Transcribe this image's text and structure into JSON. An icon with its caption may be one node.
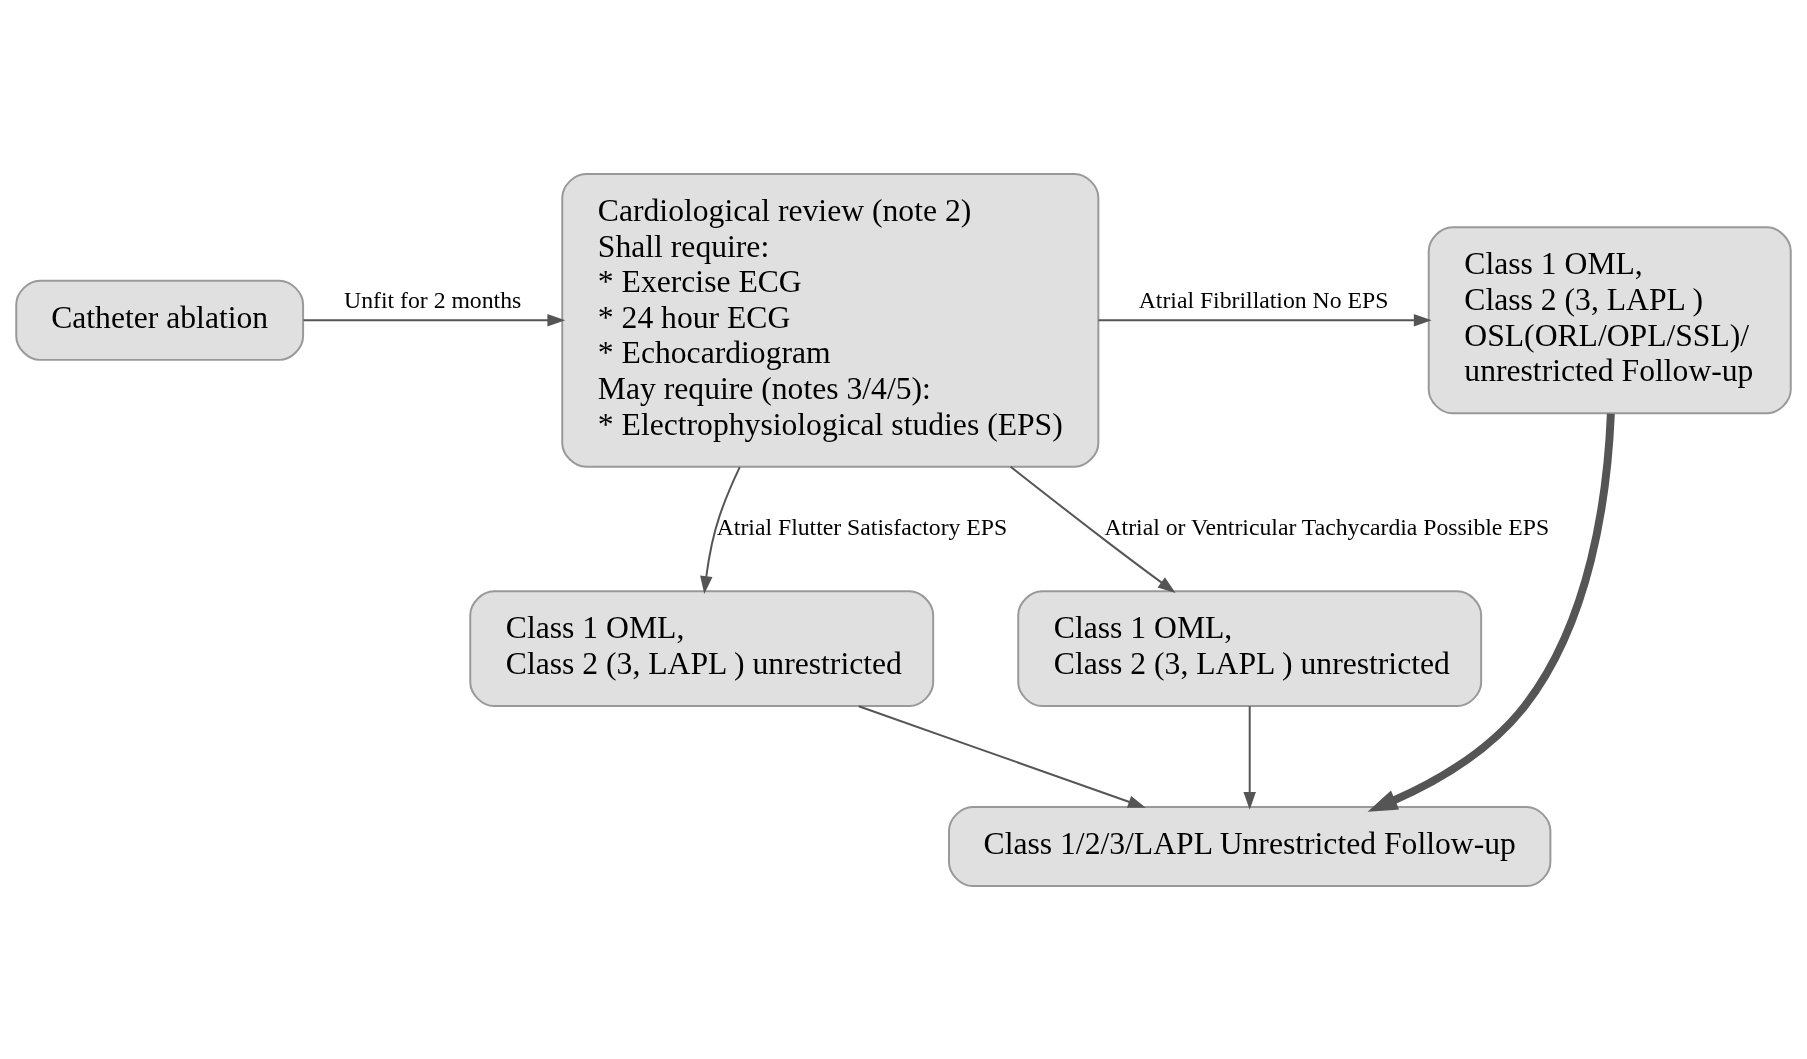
{
  "diagram": {
    "nodes": [
      {
        "text": [
          "Catheter ablation"
        ]
      },
      {
        "text": [
          "Cardiological review (note 2)",
          "Shall require:",
          "* Exercise ECG",
          "* 24 hour ECG",
          "* Echocardiogram",
          "May require (notes 3/4/5):",
          "* Electrophysiological studies (EPS)"
        ]
      },
      {
        "text": [
          "Class 1 OML,",
          "Class 2 (3, LAPL )",
          "OSL(ORL/OPL/SSL)/",
          "unrestricted Follow-up"
        ]
      },
      {
        "text": [
          "Class 1 OML,",
          "Class 2 (3, LAPL ) unrestricted"
        ]
      },
      {
        "text": [
          "Class 1 OML,",
          "Class 2 (3, LAPL ) unrestricted"
        ]
      },
      {
        "text": [
          "Class 1/2/3/LAPL Unrestricted Follow-up"
        ]
      }
    ],
    "edges": [
      {
        "from": 0,
        "to": 1,
        "arrow": "to",
        "label": "Unfit for 2 months"
      },
      {
        "from": 1,
        "to": 2,
        "arrow": "to",
        "label": "Atrial Fibrillation No EPS"
      },
      {
        "from": 1,
        "to": 3,
        "arrow": "to",
        "label": "Atrial Flutter Satisfactory EPS"
      },
      {
        "from": 1,
        "to": 4,
        "arrow": "to",
        "label": "Atrial or Ventricular Tachycardia Possible EPS"
      },
      {
        "from": 4,
        "to": 5,
        "arrow": "to"
      },
      {
        "from": 3,
        "to": 5,
        "arrow": "to"
      },
      {
        "from": 2,
        "to": 5,
        "arrow": "to",
        "style": "thick"
      }
    ]
  }
}
